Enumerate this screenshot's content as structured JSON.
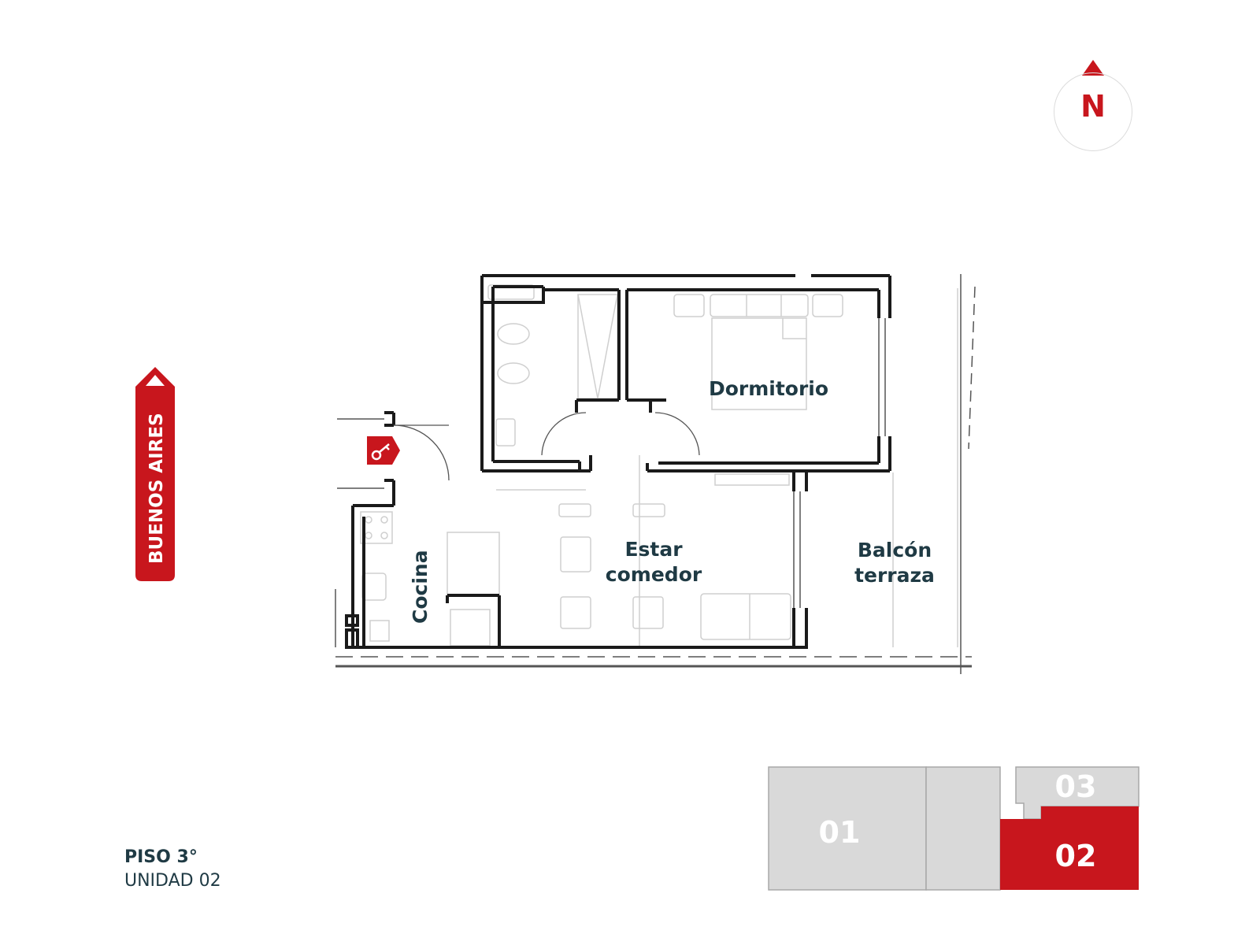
{
  "compass": {
    "letter": "N",
    "icon": "north-arrow-icon",
    "color": "#c8161d"
  },
  "street": {
    "label": "BUENOS AIRES",
    "icon": "street-arrow-icon",
    "color": "#c8161d"
  },
  "entrance": {
    "icon": "key-icon"
  },
  "rooms": {
    "dormitorio": "Dormitorio",
    "estar_line1": "Estar",
    "estar_line2": "comedor",
    "balcon_line1": "Balcón",
    "balcon_line2": "terraza",
    "cocina": "Cocina"
  },
  "floor": {
    "level": "PISO 3°",
    "unit": "UNIDAD 02"
  },
  "keyplan": {
    "units": [
      {
        "number": "01",
        "selected": false
      },
      {
        "number": "03",
        "selected": false
      },
      {
        "number": "02",
        "selected": true
      }
    ],
    "highlight_color": "#c8161d",
    "base_color": "#d9d9d9"
  },
  "colors": {
    "text": "#1f3a44",
    "accent": "#c8161d",
    "wall": "#1a1a1a"
  }
}
